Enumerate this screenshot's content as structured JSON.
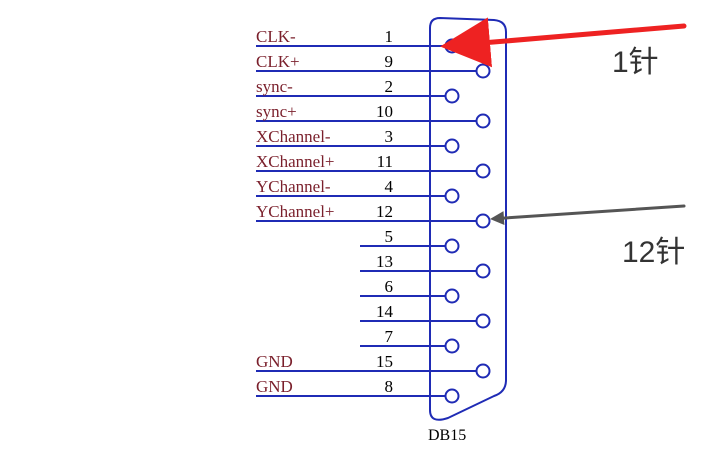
{
  "colors": {
    "wire": "#1f2bb5",
    "signal_text": "#7a1f2b",
    "red_arrow": "#ee2222",
    "gray_arrow": "#555555"
  },
  "connector": {
    "name": "DB15"
  },
  "pins": [
    {
      "num": "1",
      "signal": "CLK-"
    },
    {
      "num": "9",
      "signal": "CLK+"
    },
    {
      "num": "2",
      "signal": "sync-"
    },
    {
      "num": "10",
      "signal": "sync+"
    },
    {
      "num": "3",
      "signal": "XChannel-"
    },
    {
      "num": "11",
      "signal": "XChannel+"
    },
    {
      "num": "4",
      "signal": "YChannel-"
    },
    {
      "num": "12",
      "signal": "YChannel+"
    },
    {
      "num": "5",
      "signal": ""
    },
    {
      "num": "13",
      "signal": ""
    },
    {
      "num": "6",
      "signal": ""
    },
    {
      "num": "14",
      "signal": ""
    },
    {
      "num": "7",
      "signal": ""
    },
    {
      "num": "15",
      "signal": "GND"
    },
    {
      "num": "8",
      "signal": "GND"
    }
  ],
  "annotations": [
    {
      "text": "1针",
      "target_pin": "1",
      "arrow_color": "#ee2222"
    },
    {
      "text": "12针",
      "target_pin": "12",
      "arrow_color": "#555555"
    }
  ]
}
